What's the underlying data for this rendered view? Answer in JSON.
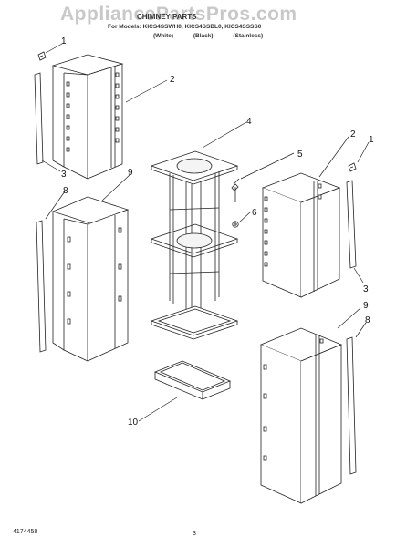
{
  "watermark": "AppliancePartsPros.com",
  "header": {
    "title": "CHIMNEY PARTS",
    "models_line": "For Models: KICS4SSWH0, KICS4SSBL0, KICS4SSSS0",
    "variants": [
      "(White)",
      "(Black)",
      "(Stainless)"
    ]
  },
  "callouts": {
    "c1_left": "1",
    "c2_left": "2",
    "c3_left": "3",
    "c8_left": "8",
    "c9_left": "9",
    "c4": "4",
    "c5": "5",
    "c6": "6",
    "c10": "10",
    "c2_right": "2",
    "c1_right": "1",
    "c3_right": "3",
    "c9_right": "9",
    "c8_right": "8"
  },
  "footer": {
    "doc_number": "4174458",
    "page_number": "3"
  }
}
